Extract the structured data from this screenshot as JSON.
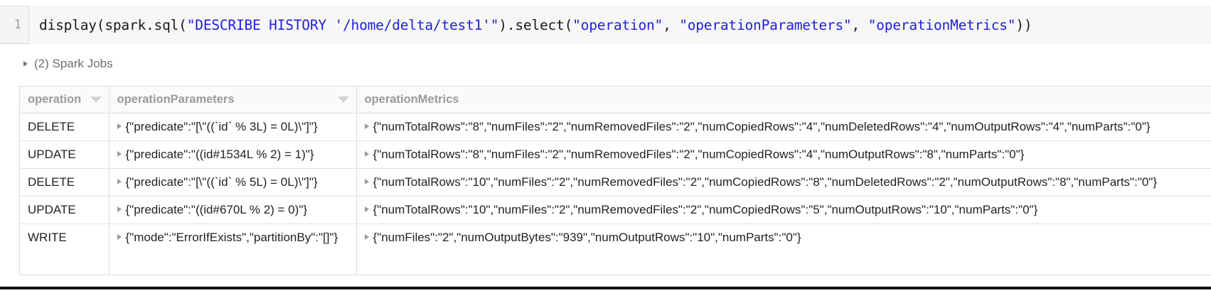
{
  "cell": {
    "line_number": "1",
    "code_tokens": [
      {
        "t": "display(spark.sql(",
        "k": "plain"
      },
      {
        "t": "\"DESCRIBE HISTORY '/home/delta/test1'\"",
        "k": "str"
      },
      {
        "t": ").select(",
        "k": "plain"
      },
      {
        "t": "\"operation\"",
        "k": "str"
      },
      {
        "t": ", ",
        "k": "plain"
      },
      {
        "t": "\"operationParameters\"",
        "k": "str"
      },
      {
        "t": ", ",
        "k": "plain"
      },
      {
        "t": "\"operationMetrics\"",
        "k": "str"
      },
      {
        "t": "))",
        "k": "plain"
      }
    ],
    "code_plain": "display(spark.sql(\"DESCRIBE HISTORY '/home/delta/test1'\").select(\"operation\", \"operationParameters\", \"operationMetrics\"))"
  },
  "spark_jobs": {
    "label": "(2) Spark Jobs",
    "expanded": false,
    "count": 2
  },
  "table": {
    "columns": [
      {
        "key": "operation",
        "label": "operation",
        "sortable": true
      },
      {
        "key": "operationParameters",
        "label": "operationParameters",
        "sortable": true
      },
      {
        "key": "operationMetrics",
        "label": "operationMetrics",
        "sortable": false
      }
    ],
    "rows": [
      {
        "operation": "DELETE",
        "operationParameters": "{\"predicate\":\"[\\\"((`id` % 3L) = 0L)\\\"]\"}",
        "operationMetrics": "{\"numTotalRows\":\"8\",\"numFiles\":\"2\",\"numRemovedFiles\":\"2\",\"numCopiedRows\":\"4\",\"numDeletedRows\":\"4\",\"numOutputRows\":\"4\",\"numParts\":\"0\"}"
      },
      {
        "operation": "UPDATE",
        "operationParameters": "{\"predicate\":\"((id#1534L % 2) = 1)\"}",
        "operationMetrics": "{\"numTotalRows\":\"8\",\"numFiles\":\"2\",\"numRemovedFiles\":\"2\",\"numCopiedRows\":\"4\",\"numOutputRows\":\"8\",\"numParts\":\"0\"}"
      },
      {
        "operation": "DELETE",
        "operationParameters": "{\"predicate\":\"[\\\"((`id` % 5L) = 0L)\\\"]\"}",
        "operationMetrics": "{\"numTotalRows\":\"10\",\"numFiles\":\"2\",\"numRemovedFiles\":\"2\",\"numCopiedRows\":\"8\",\"numDeletedRows\":\"2\",\"numOutputRows\":\"8\",\"numParts\":\"0\"}"
      },
      {
        "operation": "UPDATE",
        "operationParameters": "{\"predicate\":\"((id#670L % 2) = 0)\"}",
        "operationMetrics": "{\"numTotalRows\":\"10\",\"numFiles\":\"2\",\"numRemovedFiles\":\"2\",\"numCopiedRows\":\"5\",\"numOutputRows\":\"10\",\"numParts\":\"0\"}"
      },
      {
        "operation": "WRITE",
        "operationParameters": "{\"mode\":\"ErrorIfExists\",\"partitionBy\":\"[]\"}",
        "operationMetrics": "{\"numFiles\":\"2\",\"numOutputBytes\":\"939\",\"numOutputRows\":\"10\",\"numParts\":\"0\"}"
      }
    ]
  },
  "colors": {
    "string_literal": "#2020dd",
    "header_text": "#9a9a9a",
    "cell_text": "#222222",
    "grid_line": "#dcdcdc",
    "cell_background": "#f5f5f5"
  }
}
